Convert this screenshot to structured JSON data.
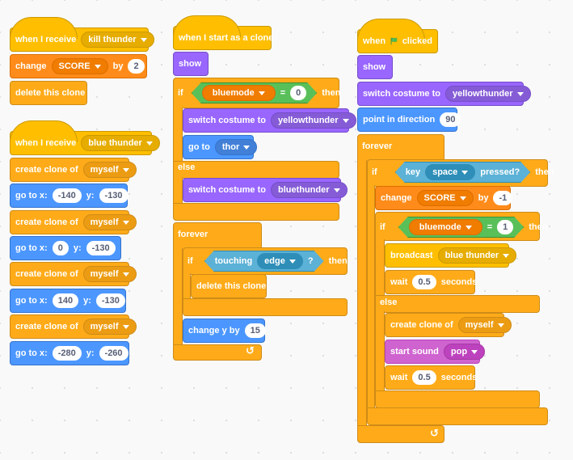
{
  "script1": {
    "hat_label": "when I receive",
    "hat_message": "kill thunder",
    "change_label": "change",
    "change_var": "SCORE",
    "change_by": "by",
    "change_value": "2",
    "delete_clone": "delete this clone"
  },
  "script2": {
    "hat_label": "when I receive",
    "hat_message": "blue thunder",
    "create_clone_label": "create clone of",
    "myself": "myself",
    "goto_label": "go to x:",
    "y_label": "y:",
    "goto1_x": "-140",
    "goto1_y": "-130",
    "goto2_x": "0",
    "goto2_y": "-130",
    "goto3_x": "140",
    "goto3_y": "-130",
    "goto4_x": "-280",
    "goto4_y": "-260"
  },
  "script3": {
    "hat_label": "when I start as a clone",
    "show": "show",
    "if": "if",
    "then": "then",
    "else": "else",
    "var_bluemode": "bluemode",
    "eq": "=",
    "eq_value": "0",
    "switch_costume": "switch costume to",
    "costume_yellow": "yellowthunder",
    "costume_blue": "bluethunder",
    "goto_label": "go to",
    "goto_target": "thor",
    "forever": "forever",
    "touching": "touching",
    "touching_target": "edge",
    "question": "?",
    "delete_clone": "delete this clone",
    "change_y": "change y by",
    "change_y_value": "15"
  },
  "script4": {
    "hat_when": "when",
    "hat_clicked": "clicked",
    "show": "show",
    "switch_costume": "switch costume to",
    "costume": "yellowthunder",
    "point_dir": "point in direction",
    "dir_value": "90",
    "forever": "forever",
    "if": "if",
    "then": "then",
    "else": "else",
    "key": "key",
    "key_name": "space",
    "pressed": "pressed?",
    "change_label": "change",
    "change_var": "SCORE",
    "change_by": "by",
    "change_value": "-1",
    "var_bluemode": "bluemode",
    "eq": "=",
    "eq_value": "1",
    "broadcast": "broadcast",
    "broadcast_msg": "blue thunder",
    "wait": "wait",
    "wait_value1": "0.5",
    "seconds": "seconds",
    "create_clone_label": "create clone of",
    "myself": "myself",
    "start_sound": "start sound",
    "sound_name": "pop",
    "wait_value2": "0.5"
  },
  "colors": {
    "events": "#ffbf00",
    "control": "#ffab19",
    "variables": "#ff8c1a",
    "motion": "#4c97ff",
    "looks": "#9966ff",
    "sound": "#cf63cf",
    "operators": "#59c059",
    "sensing": "#5cb1d6",
    "flag": "#4cbf56"
  },
  "icons": {
    "green_flag": "green-flag-icon",
    "loop_arrow": "repeat-arrow-icon"
  }
}
